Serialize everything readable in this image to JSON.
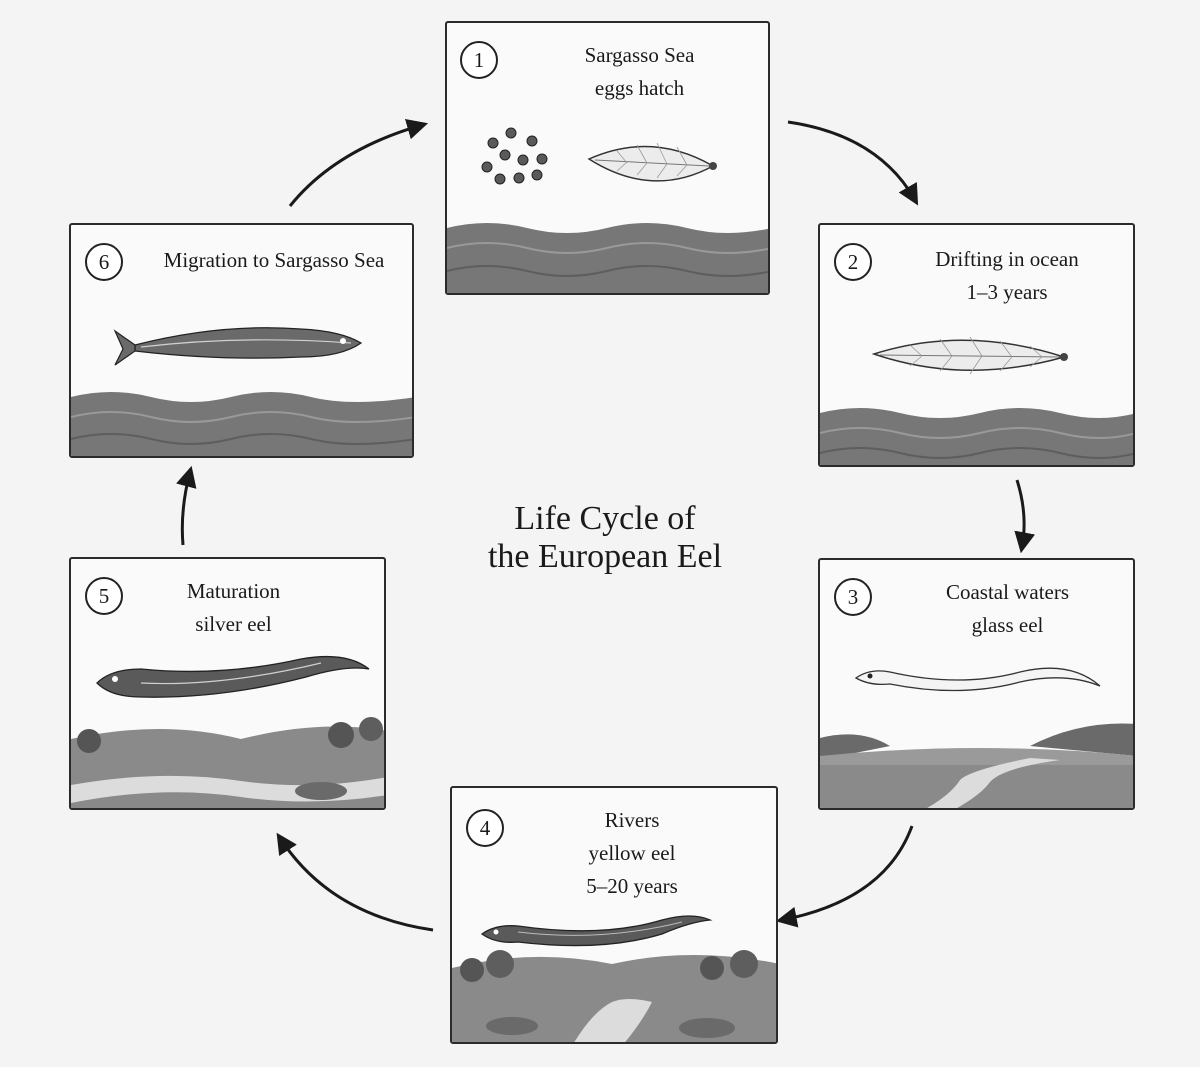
{
  "title": {
    "line1": "Life Cycle of",
    "line2": "the European Eel"
  },
  "stages": [
    {
      "number": "1",
      "lines": [
        "Sargasso Sea",
        "eggs hatch"
      ]
    },
    {
      "number": "2",
      "lines": [
        "Drifting in ocean",
        "1–3 years"
      ]
    },
    {
      "number": "3",
      "lines": [
        "Coastal waters",
        "glass eel"
      ]
    },
    {
      "number": "4",
      "lines": [
        "Rivers",
        "yellow eel",
        "5–20 years"
      ]
    },
    {
      "number": "5",
      "lines": [
        "Maturation",
        "silver eel"
      ]
    },
    {
      "number": "6",
      "lines": [
        "Migration to Sargasso Sea"
      ]
    }
  ],
  "colors": {
    "ink": "#1a1a1a",
    "water": "#6e6e6e",
    "panel": "#fafafa"
  }
}
